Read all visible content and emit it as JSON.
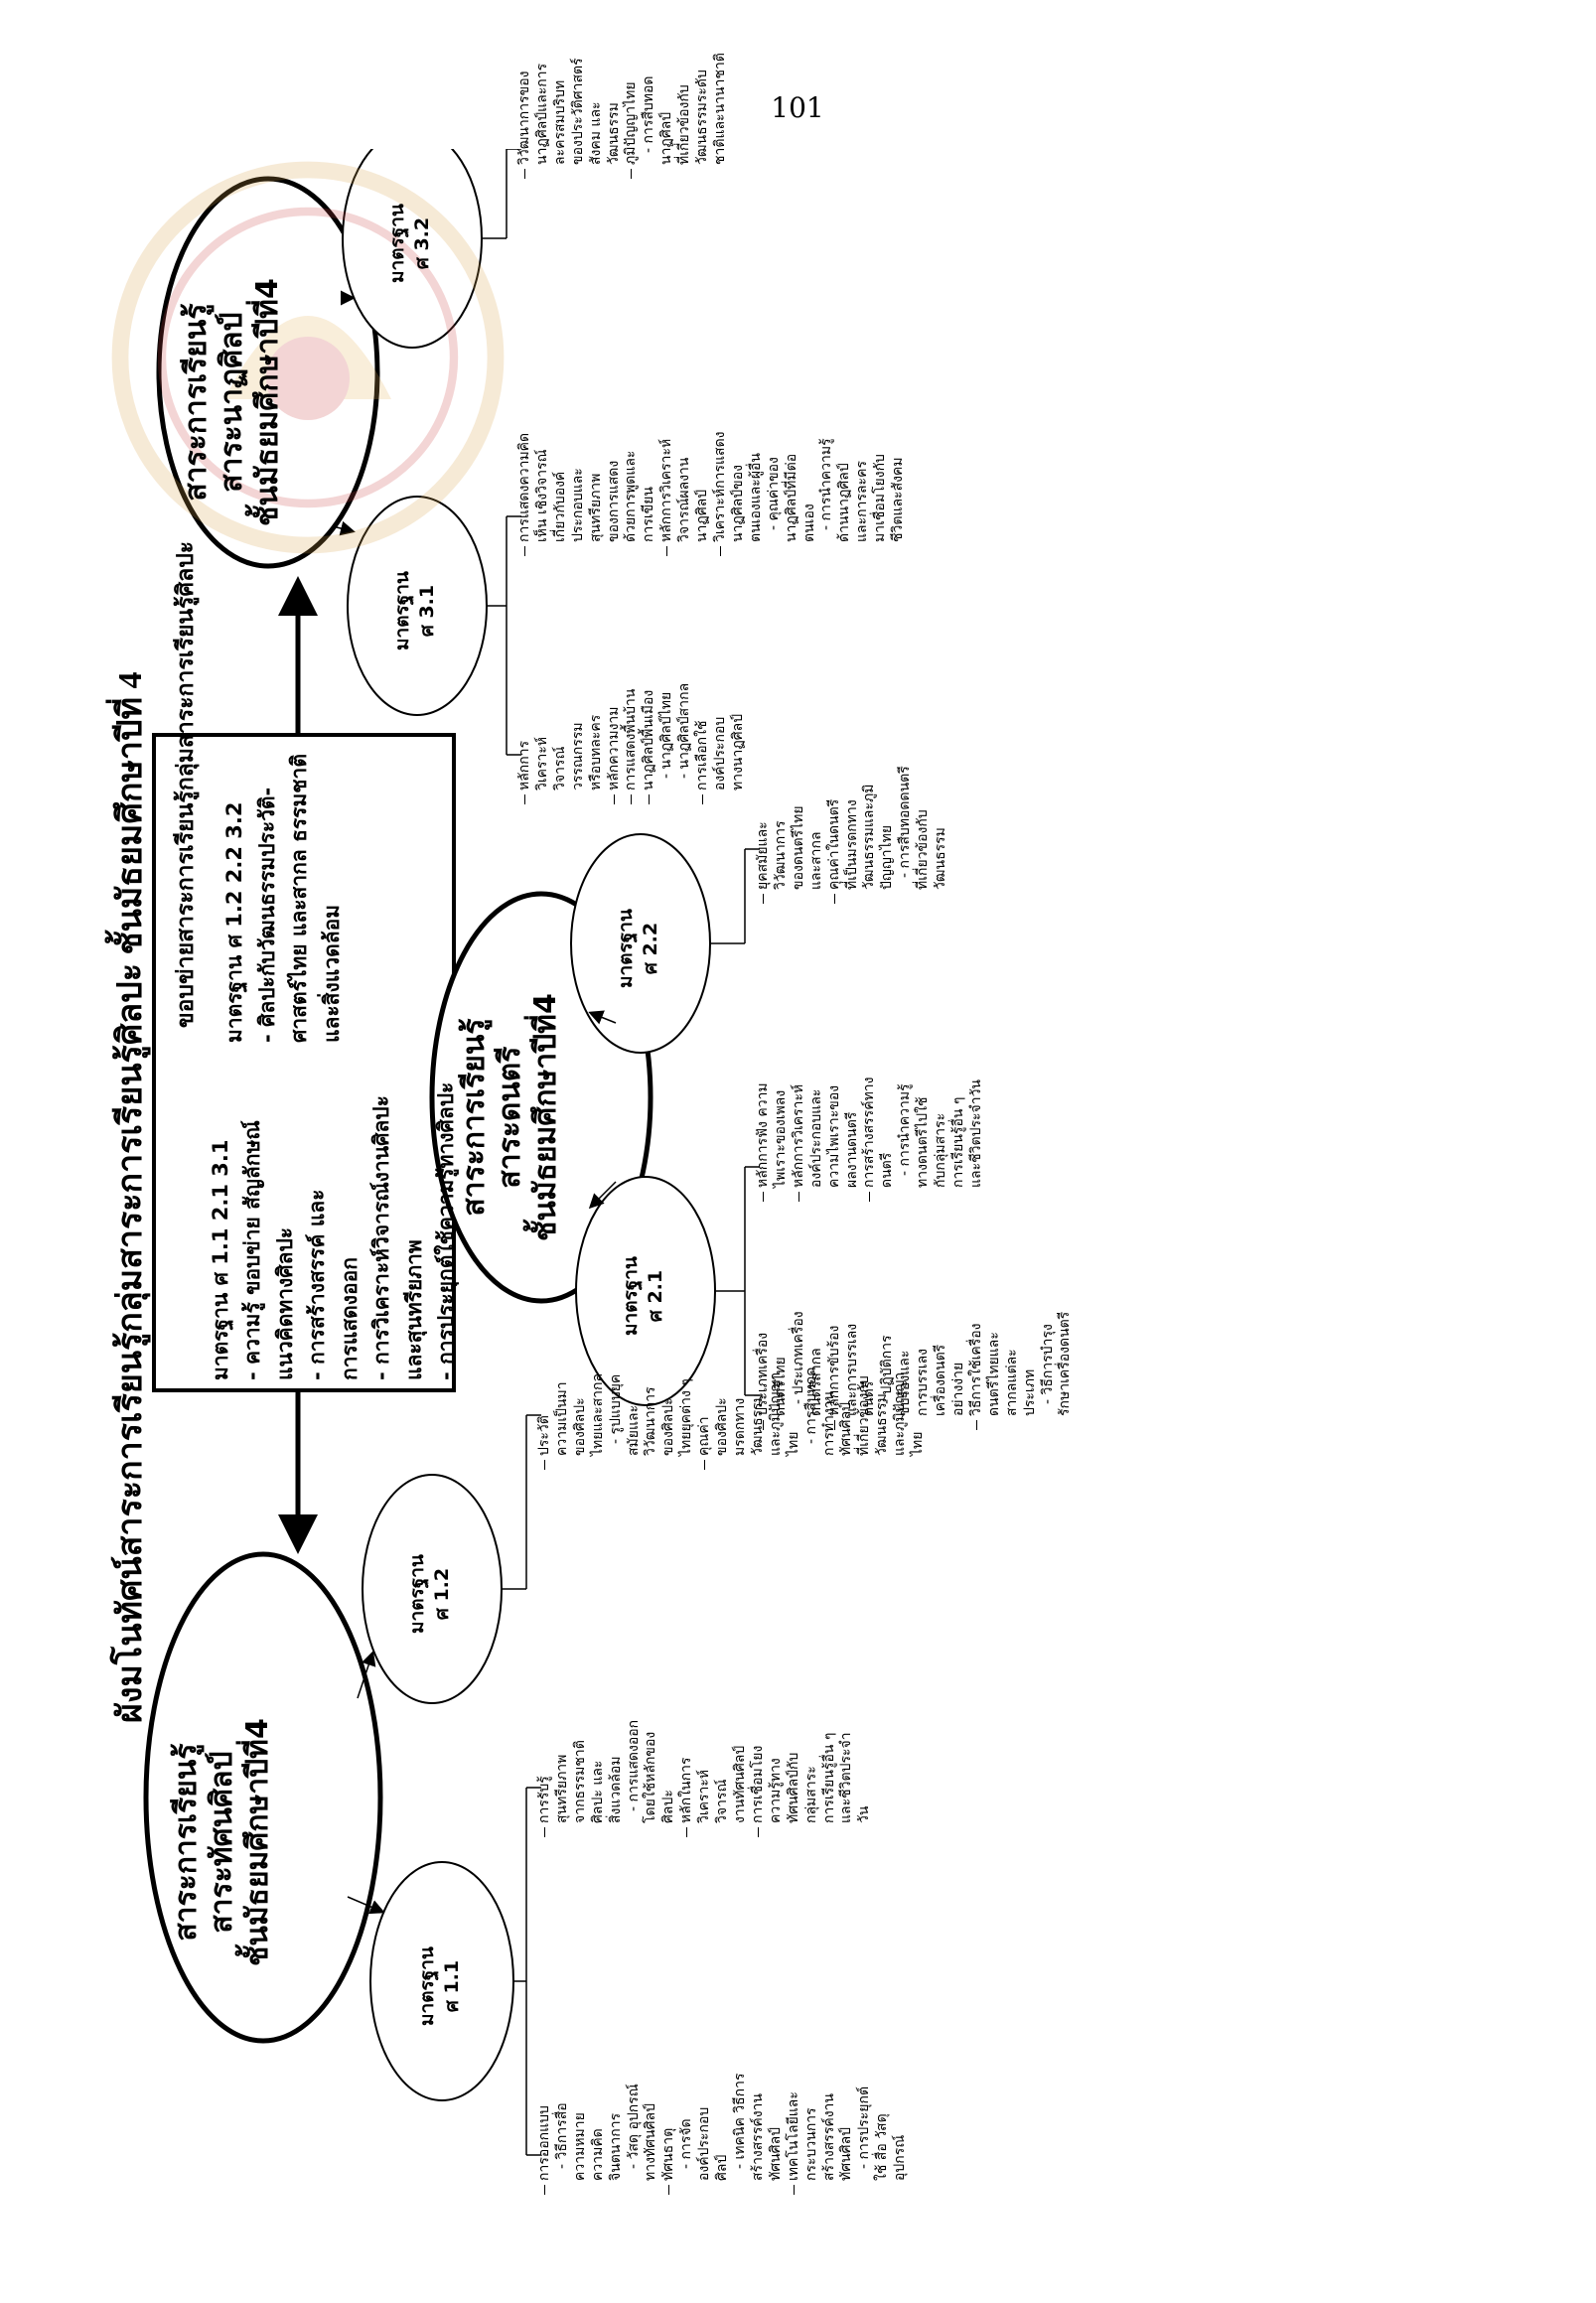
{
  "page_number": "101",
  "title": "ผังมโนทัศน์สาระการเรียนรู้กลุ่มสาระการเรียนรู้ศิลปะ ชั้นมัธยมศึกษาปีที่ 4",
  "center_box": {
    "title": "ขอบข่ายสาระการเรียนรู้กลุ่มสาระการเรียนรู้ศิลปะ",
    "left_column": [
      "มาตรฐาน ศ 1.1 2.1 3.1",
      "- ความรู้ ขอบข่าย สัญลักษณ์",
      "แนวคิดทางศิลปะ",
      "- การสร้างสรรค์ และ",
      "การแสดงออก",
      "- การวิเคราะห์วิจารณ์งานศิลปะ",
      "และสุนทรียภาพ",
      "- การประยุกต์ใช้ความรู้ทางศิลปะ"
    ],
    "right_column": [
      "มาตรฐาน ศ 1.2 2.2 3.2",
      "- ศิลปะกับวัฒนธรรมประวัติ-",
      "ศาสตร์ไทย และสากล ธรรมชาติ",
      "และสิ่งแวดล้อม"
    ]
  },
  "strands": {
    "visual": [
      "สาระการเรียนรู้",
      "สาระทัศนศิลป์",
      "ชั้นมัธยมศึกษาปีที่4"
    ],
    "music": [
      "สาระการเรียนรู้",
      "สาระดนตรี",
      "ชั้นมัธยมศึกษาปีที่4"
    ],
    "drama": [
      "สาระการเรียนรู้",
      "สาระนาฏศิลป์",
      "ชั้นมัธยมศึกษาปีที่4"
    ]
  },
  "standards": {
    "s11": [
      "มาตรฐาน",
      "ศ 1.1"
    ],
    "s12": [
      "มาตรฐาน",
      "ศ 1.2"
    ],
    "s21": [
      "มาตรฐาน",
      "ศ 2.1"
    ],
    "s22": [
      "มาตรฐาน",
      "ศ 2.2"
    ],
    "s31": [
      "มาตรฐาน",
      "ศ 3.1"
    ],
    "s32": [
      "มาตรฐาน",
      "ศ 3.2"
    ]
  },
  "details": {
    "s11_a": [
      "การออกแบบ",
      "- วิธีการสื่อ",
      "ความหมาย",
      "ความคิด",
      "จินตนาการ",
      "- วัสดุ อุปกรณ์",
      "ทางทัศนศิลป์",
      "ทัศนธาตุ",
      "- การจัด",
      "องค์ประกอบ",
      "ศิลป์",
      "- เทคนิค วิธีการ",
      "สร้างสรรค์งาน",
      "ทัศนศิลป์",
      "เทคโนโลยีและ",
      "กระบวนการ",
      "สร้างสรรค์งาน",
      "ทัศนศิลป์",
      "- การประยุกต์",
      "ใช้ สื่อ วัสดุ",
      "อุปกรณ์"
    ],
    "s11_b": [
      "การรับรู้",
      "สุนทรียภาพ",
      "จากธรรมชาติ",
      "ศิลปะ และ",
      "สิ่งแวดล้อม",
      "- การแสดงออก",
      "โดยใช้หลักของ",
      "ศิลปะ",
      "หลักในการ",
      "วิเคราะห์",
      "วิจารณ์",
      "งานทัศนศิลป์",
      "การเชื่อมโยง",
      "ความรู้ทาง",
      "ทัศนศิลป์กับ",
      "กลุ่มสาระ",
      "การเรียนรู้อื่น ๆ",
      "และชีวิตประจำ",
      "วัน"
    ],
    "s12": [
      "ประวัติ",
      "ความเป็นมา",
      "ของศิลปะ",
      "ไทยและสากล",
      "- รูปแบบยุค",
      "สมัยและ",
      "วิวัฒนาการ",
      "ของศิลปะ",
      "ไทยยุคต่าง ๆ",
      "คุณค่า",
      "ของศิลปะ",
      "มรดกทาง",
      "วัฒนธรรม",
      "และภูมิปัญญา",
      "ไทย",
      "- การสืบทอด",
      "การทำงาน",
      "ทัศนศิลป์",
      "ที่เกี่ยวข้องกับ",
      "วัฒนธรรม",
      "และภูมิปัญญา",
      "ไทย"
    ],
    "s21_a": [
      "ประเภทเครื่อง",
      "ดนตรีไทย",
      "- ประเภทเครื่อง",
      "ดนตรีสากล",
      "หลักการขับร้อง",
      "และการบรรเลง",
      "ดนตรี",
      "- ปฏิบัติการ",
      "ขับร้องและ",
      "การบรรเลง",
      "เครื่องดนตรี",
      "อย่างง่าย",
      "วิธีการใช้เครื่อง",
      "ดนตรีไทยและ",
      "สากลแต่ละ",
      "ประเภท",
      "- วิธีการบำรุง",
      "รักษาเครื่องดนตรี"
    ],
    "s21_b": [
      "หลักการฟัง ความ",
      "ไพเราะของเพลง",
      "หลักการวิเคราะห์",
      "องค์ประกอบและ",
      "ความไพเราะของ",
      "ผลงานดนตรี",
      "การสร้างสรรค์ทาง",
      "ดนตรี",
      "- การนำความรู้",
      "ทางดนตรีไปใช้",
      "กับกลุ่มสาระ",
      "การเรียนรู้อื่น ๆ",
      "และชีวิตประจำวัน"
    ],
    "s22": [
      "ยุคสมัยและ",
      "วิวัฒนาการ",
      "ของดนตรีไทย",
      "และสากล",
      "คุณค่าในดนตรี",
      "ที่เป็นมรดกทาง",
      "วัฒนธรรมและภูมิ",
      "ปัญญาไทย",
      "- การสืบทอดดนตรี",
      "ที่เกี่ยวข้องกับ",
      "วัฒนธรรม"
    ],
    "s31_a": [
      "หลักการ",
      "วิเคราะห์",
      "วิจารณ์",
      "วรรณกรรม",
      "หรือบทละคร",
      "หลักความงาม",
      "การแสดงพื้นบ้าน",
      "นาฏศิลป์พื้นเมือง",
      "- นาฏศิลป์ไทย",
      "- นาฏศิลป์สากล",
      "การเลือกใช้",
      "องค์ประกอบ",
      "ทางนาฏศิลป์"
    ],
    "s31_b": [
      "การแสดงความคิด",
      "เห็น เชิงวิจารณ์",
      "เกี่ยวกับองค์",
      "ประกอบและ",
      "สุนทรียภาพ",
      "ของการแสดง",
      "ด้วยการพูดและ",
      "การเขียน",
      "หลักการวิเคราะห์",
      "วิจารณ์ผลงาน",
      "นาฏศิลป์",
      "วิเคราะห์การแสดง",
      "นาฏศิลป์ของ",
      "ตนเองและผู้อื่น",
      "- คุณค่าของ",
      "นาฏศิลป์ที่มีต่อ",
      "ตนเอง",
      "- การนำความรู้",
      "ด้านนาฏศิลป์",
      "และการละคร",
      "มาเชื่อมโยงกับ",
      "ชีวิตและสังคม"
    ],
    "s32": [
      "วิวัฒนาการของ",
      "นาฏศิลป์และการ",
      "ละครสมบริบท",
      "ของประวัติศาสตร์",
      "สังคม และ",
      "วัฒนธรรม",
      "ภูมิปัญญาไทย",
      "- การสืบทอด",
      "นาฏศิลป์",
      "ที่เกี่ยวข้องกับ",
      "วัฒนธรรมระดับ",
      "ชาติและนานาชาติ"
    ]
  }
}
